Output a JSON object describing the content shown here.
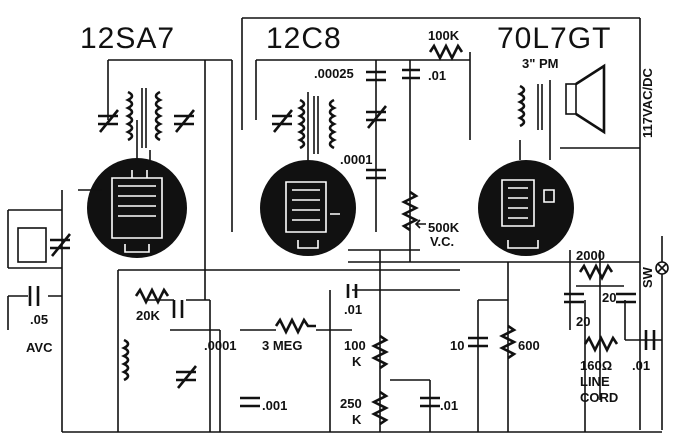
{
  "tubes": {
    "t1": "12SA7",
    "t2": "12C8",
    "t3": "70L7GT"
  },
  "labels": {
    "r_100k_top": "100K",
    "c_01_top": ".01",
    "speaker": "3\" PM",
    "supply": "117VAC/DC",
    "c_00025": ".00025",
    "c_0001_mid": ".0001",
    "pot_500k": "500K",
    "pot_vc": "V.C.",
    "r_2000": "2000",
    "c_20a": "20",
    "c_20b": "20",
    "sw": "SW",
    "c_05": ".05",
    "avc": "AVC",
    "r_20k": "20K",
    "c_0001_low": ".0001",
    "r_3meg": "3 MEG",
    "c_01_mid": ".01",
    "r_100k_mid_a": "100",
    "r_100k_mid_b": "K",
    "c_10": "10",
    "r_600": "600",
    "r_160": "160Ω",
    "line": "LINE",
    "cord": "CORD",
    "c_01_right": ".01",
    "c_001": ".001",
    "r_250k_a": "250",
    "r_250k_b": "K",
    "c_01_bottom": ".01"
  },
  "colors": {
    "ink": "#111111",
    "paper": "#ffffff"
  }
}
